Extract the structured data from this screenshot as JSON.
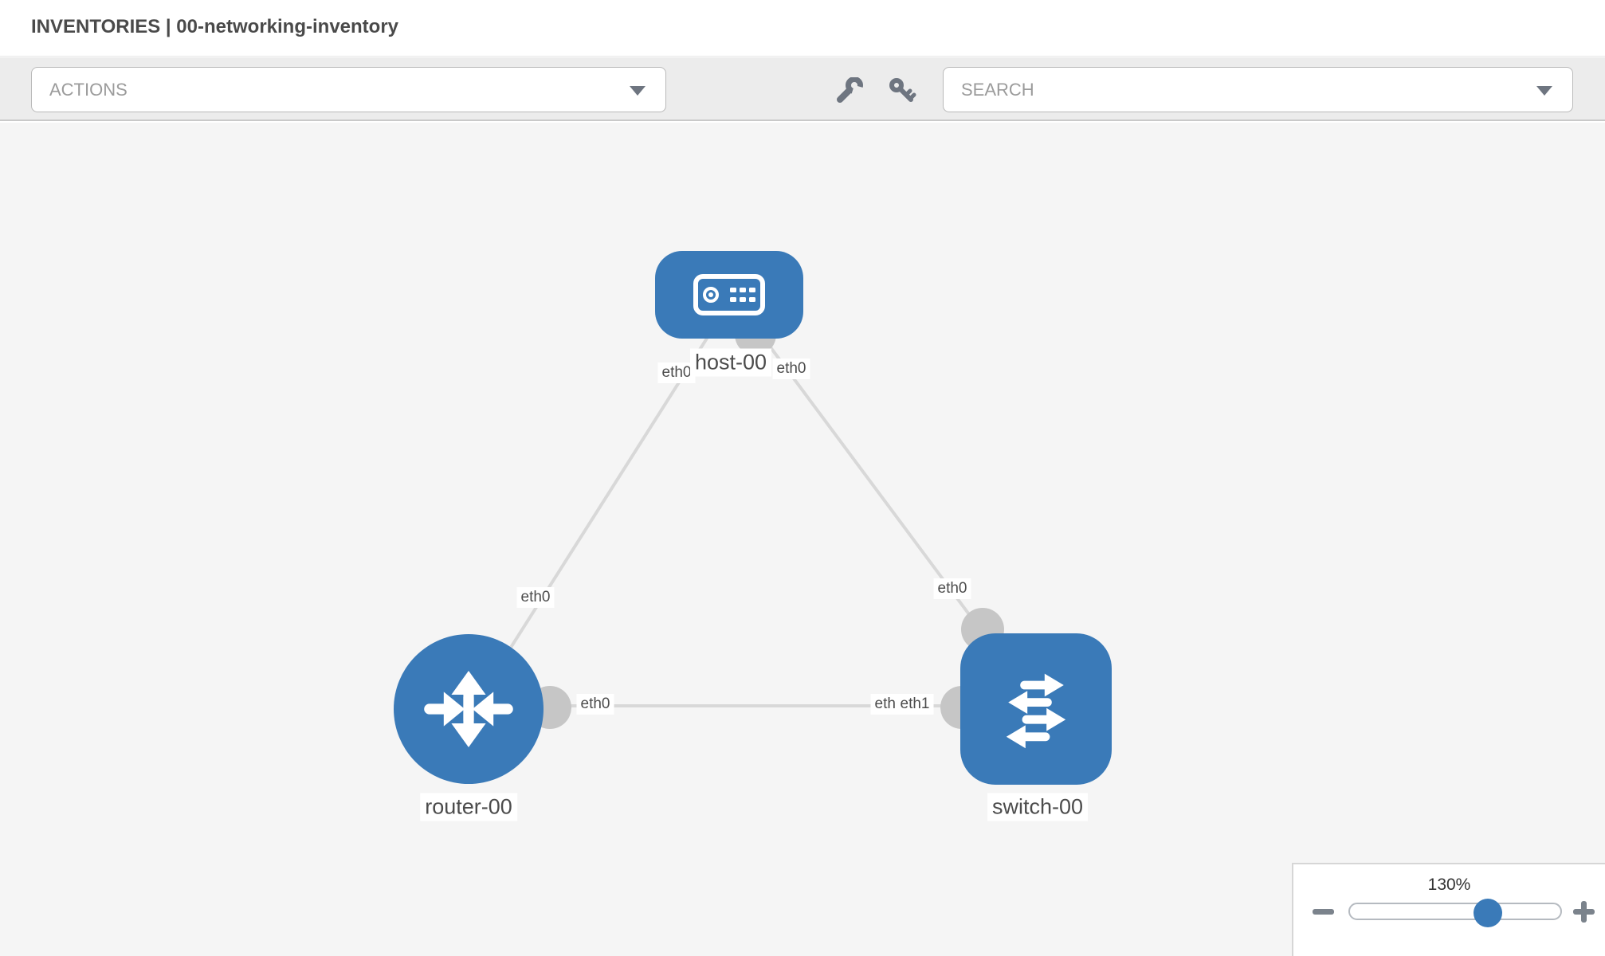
{
  "header": {
    "title": "INVENTORIES | 00-networking-inventory",
    "close_icon": "circle-x"
  },
  "toolbar": {
    "actions_placeholder": "ACTIONS",
    "search_placeholder": "SEARCH",
    "icons": [
      "wrench-icon",
      "key-icon",
      "chevron-down-icon"
    ]
  },
  "diagram": {
    "nodes": [
      {
        "label": "host-00",
        "type": "host"
      },
      {
        "label": "router-00",
        "type": "router"
      },
      {
        "label": "switch-00",
        "type": "switch"
      }
    ],
    "links": [
      {
        "from": "host-00",
        "to": "router-00",
        "from_interface": "eth0",
        "to_interface": "eth0"
      },
      {
        "from": "host-00",
        "to": "switch-00",
        "from_interface": "eth0",
        "to_interface": "eth0"
      },
      {
        "from": "router-00",
        "to": "switch-00",
        "from_interface": "eth0",
        "to_interface": "eth1"
      }
    ],
    "interface_labels": [
      "eth0",
      "eth0",
      "eth0",
      "eth0",
      "eth0",
      "eth0",
      "eth1"
    ],
    "colors": {
      "node_blue": "#3a7ab8",
      "edge_gray": "#d8d8d8",
      "connector_gray": "#c6c6c6"
    }
  },
  "zoom_widget": {
    "level": "130%",
    "minus_icon": "minus",
    "plus_icon": "plus"
  }
}
